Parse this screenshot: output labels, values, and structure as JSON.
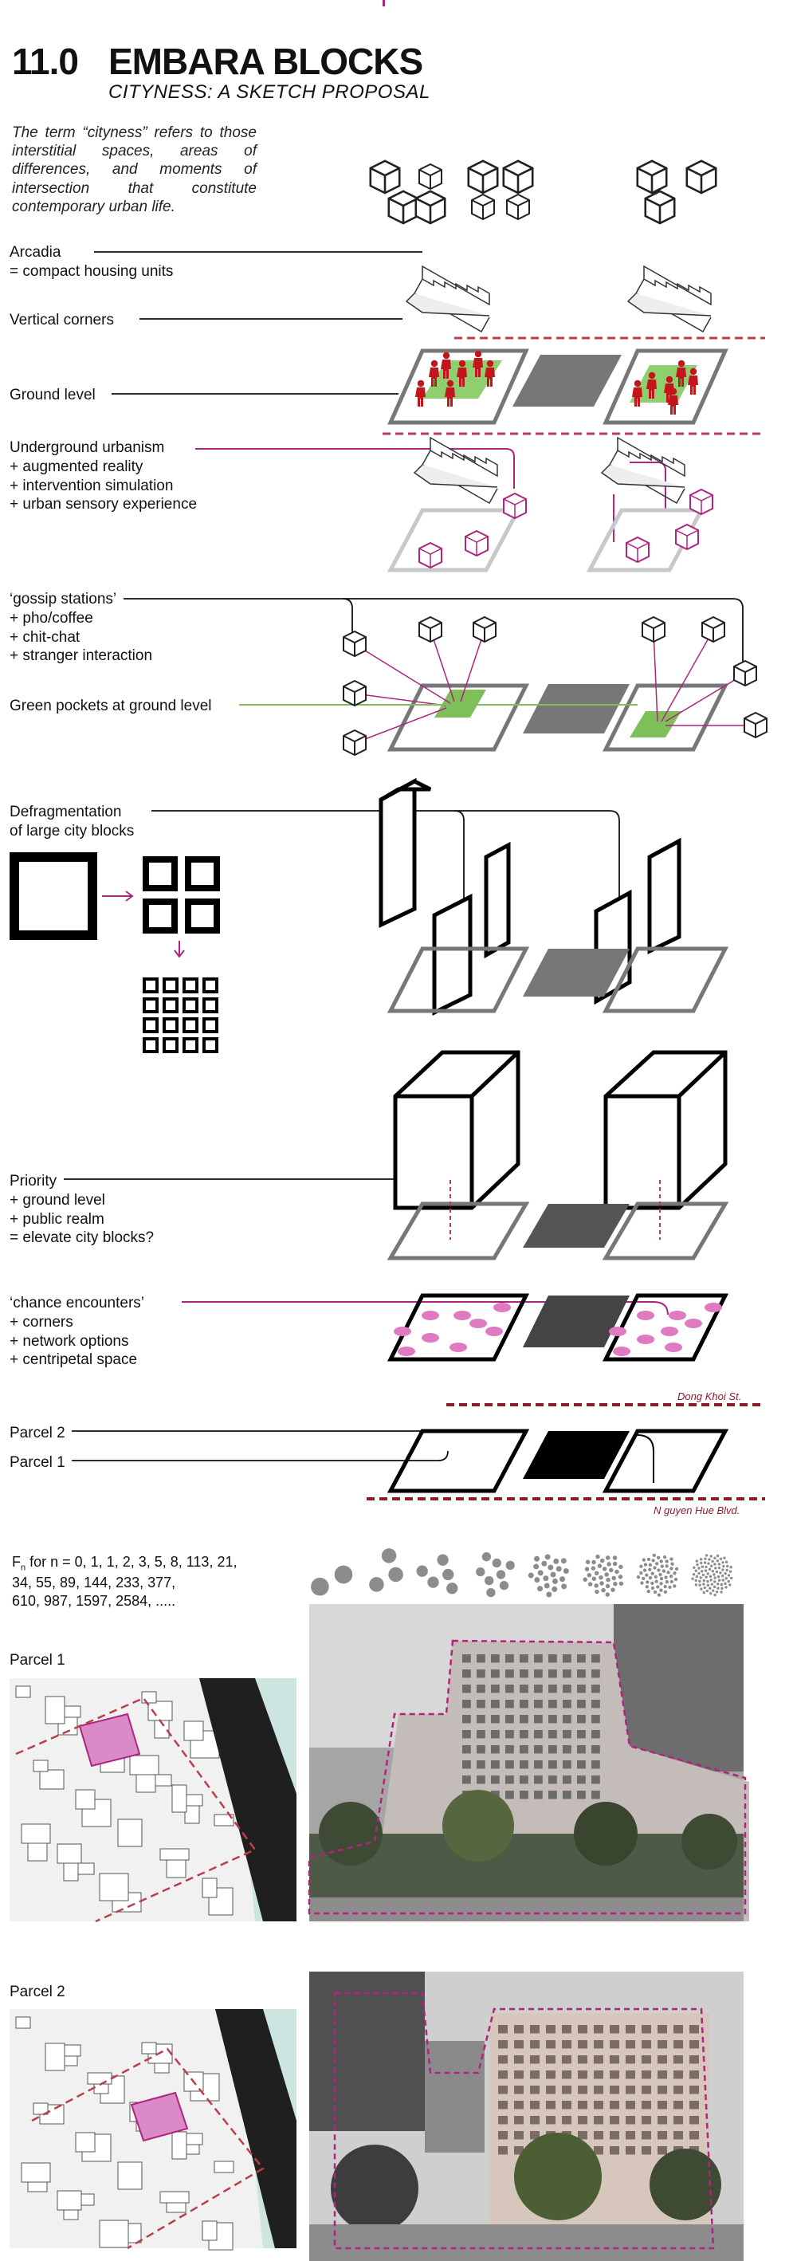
{
  "header": {
    "section_number": "11.0",
    "title": "EMBARA BLOCKS",
    "subtitle": "CITYNESS: A SKETCH PROPOSAL"
  },
  "intro_text": "The term “cityness” refers to those interstitial spaces, areas of differences, and moments of intersection that constitute contemporary urban life.",
  "layers": {
    "arcadia": "Arcadia\n= compact housing units",
    "vertical_corners": "Vertical corners",
    "ground_level": "Ground level",
    "underground": "Underground urbanism\n+ augmented reality\n+ intervention simulation\n+ urban sensory experience",
    "gossip": "‘gossip stations’\n+ pho/coffee\n+ chit-chat\n+ stranger interaction",
    "green_pockets": "Green pockets at ground level",
    "defragmentation": "Defragmentation\nof large city blocks",
    "priority": "Priority\n+ ground level\n+ public realm\n= elevate city blocks?",
    "chance": "‘chance encounters’\n+ corners\n+ network options\n+ centripetal space",
    "parcel2": "Parcel 2",
    "parcel1": "Parcel 1"
  },
  "streets": {
    "top": "Dong Khoi St.",
    "bottom": "N guyen Hue Blvd."
  },
  "fibonacci": {
    "prefix": "F",
    "sub": "n",
    "text": " for n = 0, 1, 1, 2, 3, 5, 8, 113, 21,\n          34, 55, 89, 144, 233, 377,\n          610, 987, 1597, 2584, ....."
  },
  "photo_labels": {
    "parcel1": "Parcel 1",
    "parcel2": "Parcel 2"
  },
  "colors": {
    "magenta": "#b0237f",
    "red_dash": "#b9404a",
    "green": "#7fbf5a",
    "pink": "#e07ac0",
    "dark_grey": "#555555",
    "light_grey": "#c8c8c8"
  }
}
